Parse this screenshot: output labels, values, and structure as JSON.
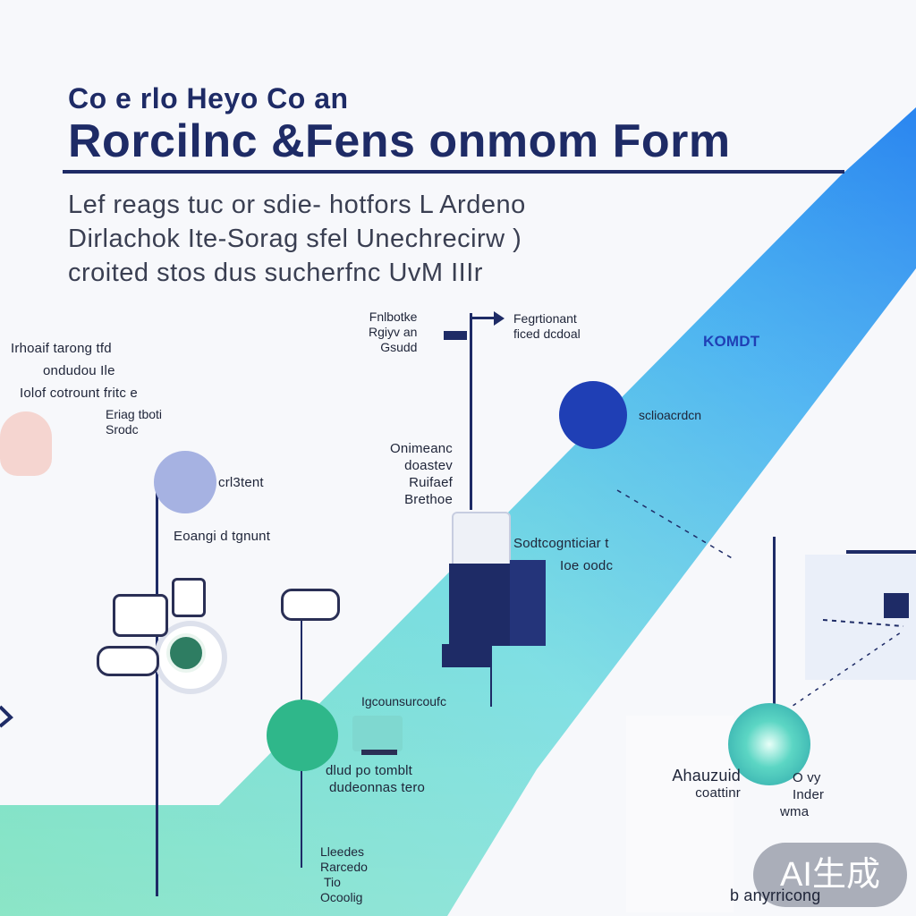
{
  "header": {
    "kicker": "Co e  rlo  Heyo  Co an",
    "title": "Rorcilnc &Fens onmom Form",
    "subtitle_lines": [
      "Lef reags tuc or sdie- hotfors L Ardeno",
      "Dirlachok Ite-Sorag sfel Unechrecirw )",
      "croited stos dus sucherfnc UvM IIIr"
    ]
  },
  "labels": {
    "left_top": [
      "Irhoaif tarong tfd",
      "ondudou Ile",
      "Iolof cotrount fritc e"
    ],
    "left_small": [
      "Eriag tboti",
      "Srodc"
    ],
    "circle1": "crl3tent",
    "circle1_sub": "Eoangi d tgnunt",
    "top_center_left": [
      "Fnlbotke",
      "Rgiyv an",
      "Gsudd"
    ],
    "top_center_right": [
      "Fegrtionant",
      "ficed dcdoal"
    ],
    "top_right": "KOMDT",
    "blue_circle": "sclioacrdcn",
    "mid_center": [
      "Onimeanc",
      "doastev",
      "Ruifaef",
      "Brethoe"
    ],
    "doc_right": [
      "Sodtcognticiar t",
      "Ioe oodc"
    ],
    "lower_center": "Igcounsurcoufc",
    "green_circle": [
      "dlud po tomblt",
      "dudeonnas tero"
    ],
    "bottom": [
      "Lleedes",
      "Rarcedo",
      "Tio",
      "Ocoolig"
    ],
    "right_lower": [
      "Ahauzuid",
      "coattinr"
    ],
    "right_lower2": [
      "O vy",
      "Inder",
      "wma"
    ],
    "bottom_right": "b anyrricong",
    "watermark": "AI生成"
  },
  "colors": {
    "navy": "#1e2b66",
    "blue": "#1f3fb5",
    "sky": "#2f8cf0",
    "teal": "#37c9b6",
    "green": "#2fb78a",
    "lavender": "#a6b2e2"
  }
}
